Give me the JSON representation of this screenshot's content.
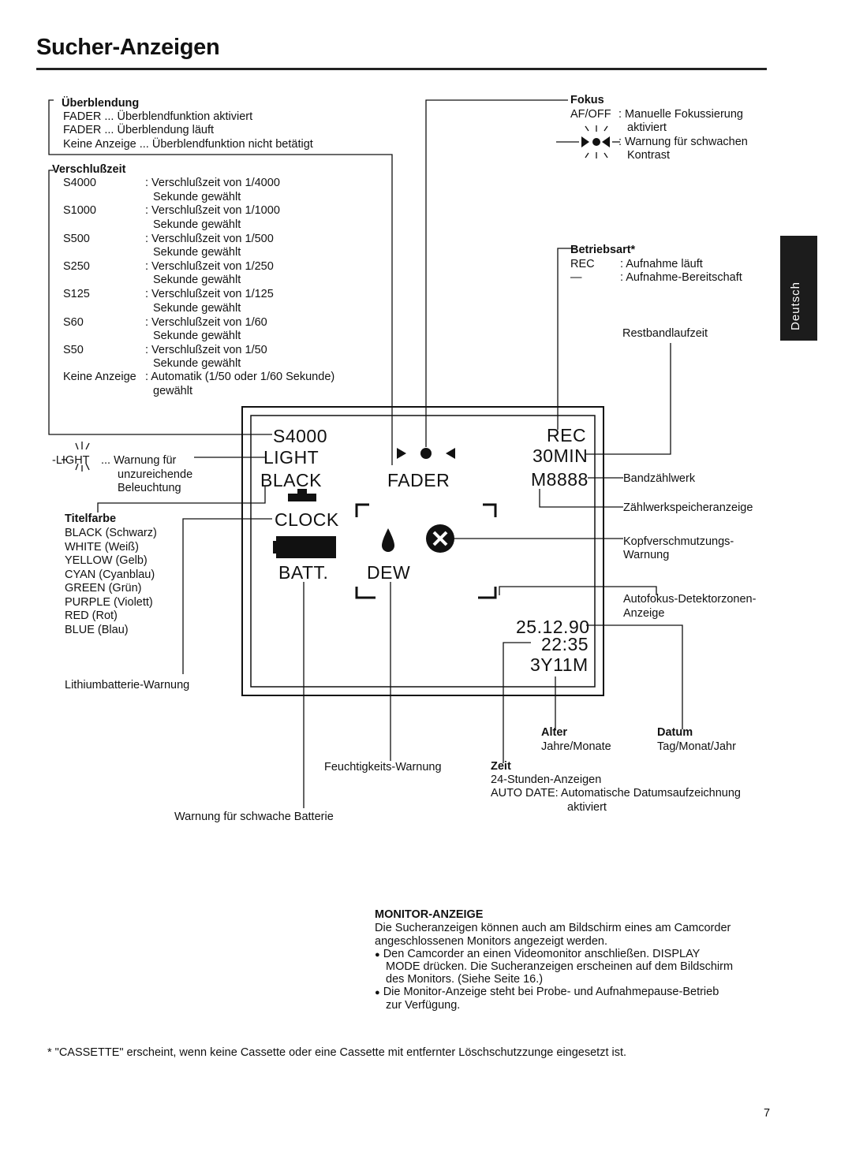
{
  "page": {
    "title": "Sucher-Anzeigen",
    "side_tab": "Deutsch",
    "page_number": "7",
    "footnote": "* \"CASSETTE\" erscheint, wenn keine Cassette oder eine Cassette mit entfernter Löschschutzzunge eingesetzt ist."
  },
  "ueberblendung": {
    "heading": "Überblendung",
    "lines": [
      "FADER ... Überblendfunktion aktiviert",
      "FADER ... Überblendung läuft",
      "Keine Anzeige ... Überblendfunktion nicht betätigt"
    ]
  },
  "verschlusszeit": {
    "heading": "Verschlußzeit",
    "rows": [
      {
        "code": "S4000",
        "desc": ": Verschlußzeit von 1/4000",
        "desc2": "Sekunde gewählt"
      },
      {
        "code": "S1000",
        "desc": ": Verschlußzeit von 1/1000",
        "desc2": "Sekunde gewählt"
      },
      {
        "code": "S500",
        "desc": ": Verschlußzeit von 1/500",
        "desc2": "Sekunde gewählt"
      },
      {
        "code": "S250",
        "desc": ": Verschlußzeit von 1/250",
        "desc2": "Sekunde gewählt"
      },
      {
        "code": "S125",
        "desc": ": Verschlußzeit von 1/125",
        "desc2": "Sekunde gewählt"
      },
      {
        "code": "S60",
        "desc": ": Verschlußzeit von 1/60",
        "desc2": "Sekunde gewählt"
      },
      {
        "code": "S50",
        "desc": ": Verschlußzeit von 1/50",
        "desc2": "Sekunde gewählt"
      }
    ],
    "none_label": "Keine Anzeige",
    "none_desc": ": Automatik (1/50 oder 1/60 Sekunde)",
    "none_desc2": "gewählt"
  },
  "fokus": {
    "heading": "Fokus",
    "af_code": "AF/OFF",
    "af_desc": ": Manuelle Fokussierung",
    "af_desc2": "aktiviert",
    "weak_desc": ": Warnung für schwachen",
    "weak_desc2": "Kontrast"
  },
  "betriebsart": {
    "heading": "Betriebsart*",
    "rec_code": "REC",
    "rec_desc": ": Aufnahme läuft",
    "dash_code": "—",
    "dash_desc": ": Aufnahme-Bereitschaft"
  },
  "labels": {
    "restband": "Restbandlaufzeit",
    "light_label": "LIGHT",
    "light_desc1": "... Warnung für",
    "light_desc2": "unzureichende",
    "light_desc3": "Beleuchtung",
    "bandzaehlwerk": "Bandzählwerk",
    "zaehlwerkspeicher": "Zählwerkspeicheranzeige",
    "kopf1": "Kopfverschmutzungs-",
    "kopf2": "Warnung",
    "autofokus1": "Autofokus-Detektorzonen-",
    "autofokus2": "Anzeige",
    "lithium": "Lithiumbatterie-Warnung",
    "feucht": "Feuchtigkeits-Warnung",
    "schwachbatt": "Warnung für schwache Batterie",
    "alter_h": "Alter",
    "alter_d": "Jahre/Monate",
    "datum_h": "Datum",
    "datum_d": "Tag/Monat/Jahr",
    "zeit_h": "Zeit",
    "zeit_d1": "24-Stunden-Anzeigen",
    "zeit_d2": "AUTO DATE: Automatische Datumsaufzeichnung",
    "zeit_d3": "aktiviert"
  },
  "titelfarbe": {
    "heading": "Titelfarbe",
    "items": [
      "BLACK (Schwarz)",
      "WHITE (Weiß)",
      "YELLOW (Gelb)",
      "CYAN (Cyanblau)",
      "GREEN (Grün)",
      "PURPLE (Violett)",
      "RED (Rot)",
      "BLUE (Blau)"
    ]
  },
  "viewfinder": {
    "shutter": "S4000",
    "light": "LIGHT",
    "black": "BLACK",
    "fader": "FADER",
    "clock": "CLOCK",
    "batt": "BATT.",
    "dew": "DEW",
    "rec": "REC",
    "remain": "30MIN",
    "counter": "M8888",
    "date": "25.12.90",
    "time": "22:35",
    "age": "3Y11M"
  },
  "monitor": {
    "heading": "MONITOR-ANZEIGE",
    "intro1": "Die Sucheranzeigen können auch am Bildschirm eines am Camcorder",
    "intro2": "angeschlossenen Monitors angezeigt werden.",
    "b1_1": "Den Camcorder an einen Videomonitor anschließen. DISPLAY",
    "b1_2": "MODE drücken. Die Sucheranzeigen erscheinen auf dem Bildschirm",
    "b1_3": "des Monitors. (Siehe Seite 16.)",
    "b2_1": "Die Monitor-Anzeige steht bei Probe- und Aufnahmepause-Betrieb",
    "b2_2": "zur Verfügung."
  }
}
